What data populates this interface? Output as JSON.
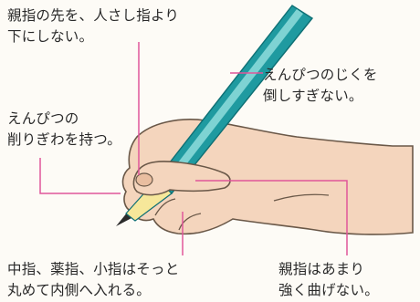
{
  "labels": {
    "thumb_tip": [
      "親指の先を、人さし指より",
      "下にしない。"
    ],
    "pencil_shaft": [
      "えんぴつのじくを",
      "倒しすぎない。"
    ],
    "grip_point": [
      "えんぴつの",
      "削りぎわを持つ。"
    ],
    "other_fingers": [
      "中指、薬指、小指はそっと",
      "丸めて内側へ入れる。"
    ],
    "thumb_bend": [
      "親指はあまり",
      "強く曲げない。"
    ]
  },
  "colors": {
    "pencil_body": "#1f9aa0",
    "pencil_stripe": "#7ed3d3",
    "pencil_edge": "#0e6f74",
    "ferrule_wood": "#f6e79a",
    "skin": "#f4d5bd",
    "skin_shadow": "#e9bea0",
    "outline": "#6a5848",
    "lead": "#2b2b2b",
    "leader_line": "#e0569a"
  }
}
